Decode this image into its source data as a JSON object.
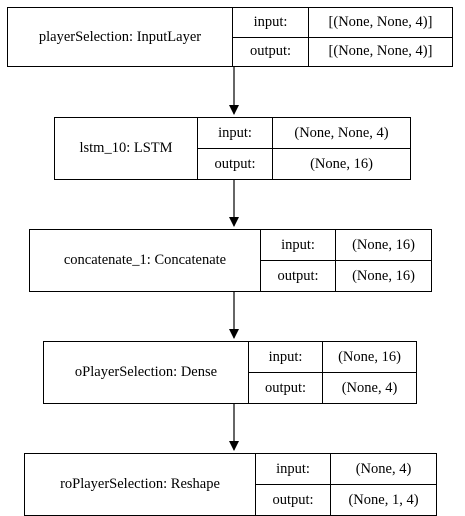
{
  "nodes": [
    {
      "name": "playerSelection: InputLayer",
      "input_label": "input:",
      "input_value": "[(None, None, 4)]",
      "output_label": "output:",
      "output_value": "[(None, None, 4)]"
    },
    {
      "name": "lstm_10: LSTM",
      "input_label": "input:",
      "input_value": "(None, None, 4)",
      "output_label": "output:",
      "output_value": "(None, 16)"
    },
    {
      "name": "concatenate_1: Concatenate",
      "input_label": "input:",
      "input_value": "(None, 16)",
      "output_label": "output:",
      "output_value": "(None, 16)"
    },
    {
      "name": "oPlayerSelection: Dense",
      "input_label": "input:",
      "input_value": "(None, 16)",
      "output_label": "output:",
      "output_value": "(None, 4)"
    },
    {
      "name": "roPlayerSelection: Reshape",
      "input_label": "input:",
      "input_value": "(None, 4)",
      "output_label": "output:",
      "output_value": "(None, 1, 4)"
    }
  ]
}
